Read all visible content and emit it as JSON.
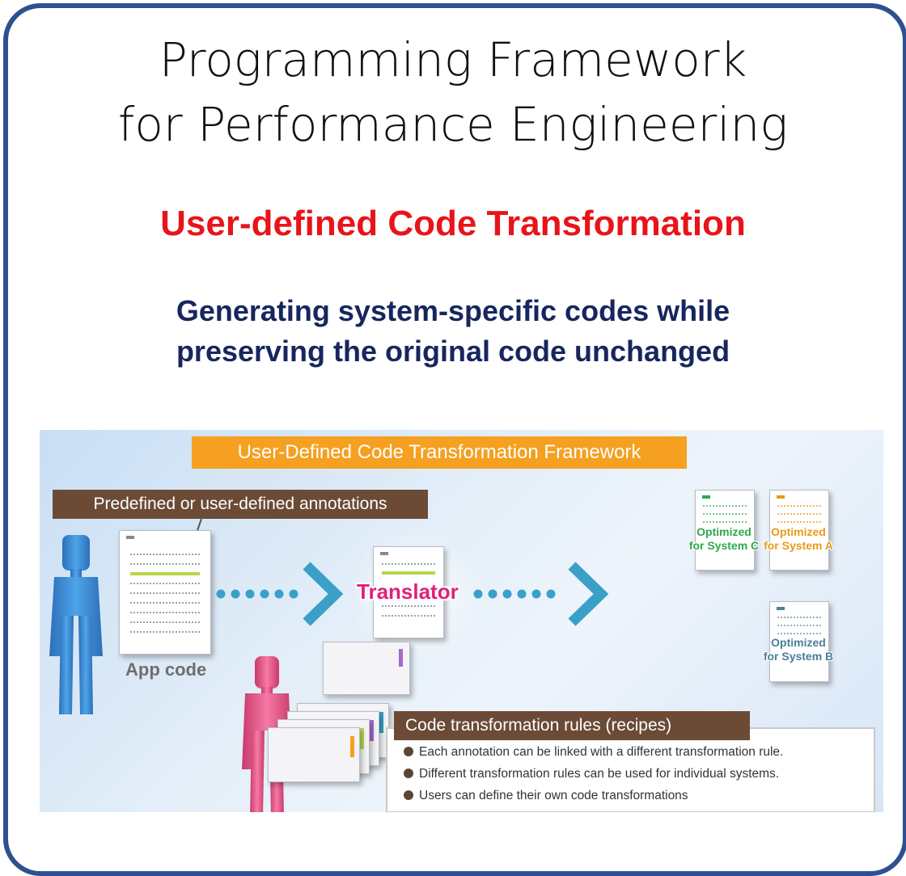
{
  "header": {
    "title_line1": "Programming Framework",
    "title_line2": "for Performance Engineering",
    "subtitle": "User-defined Code Transformation",
    "tagline_line1": "Generating system-specific codes while",
    "tagline_line2": "preserving the original code unchanged"
  },
  "illustration": {
    "framework_banner": "User-Defined Code Transformation Framework",
    "annotation_label": "Predefined or user-defined annotations",
    "app_code_label": "App code",
    "translator_label": "Translator",
    "outputs": [
      {
        "line1": "Optimized",
        "line2": "for System C",
        "color": "#2fa84a"
      },
      {
        "line1": "Optimized",
        "line2": "for System A",
        "color": "#e89a1a"
      },
      {
        "line1": "Optimized",
        "line2": "for System B",
        "color": "#4a7f96"
      }
    ],
    "rules": {
      "title": "Code transformation rules (recipes)",
      "items": [
        "Each annotation can be linked with a different transformation rule.",
        "Different transformation rules can be used for individual systems.",
        "Users can define their own code transformations"
      ]
    },
    "colors": {
      "banner": "#f5a020",
      "label_bg": "#6b4b36",
      "arrow": "#3aa0c8",
      "user_blue": "#3a8fd8",
      "user_pink": "#e85a8c",
      "translator": "#e0207a"
    }
  }
}
